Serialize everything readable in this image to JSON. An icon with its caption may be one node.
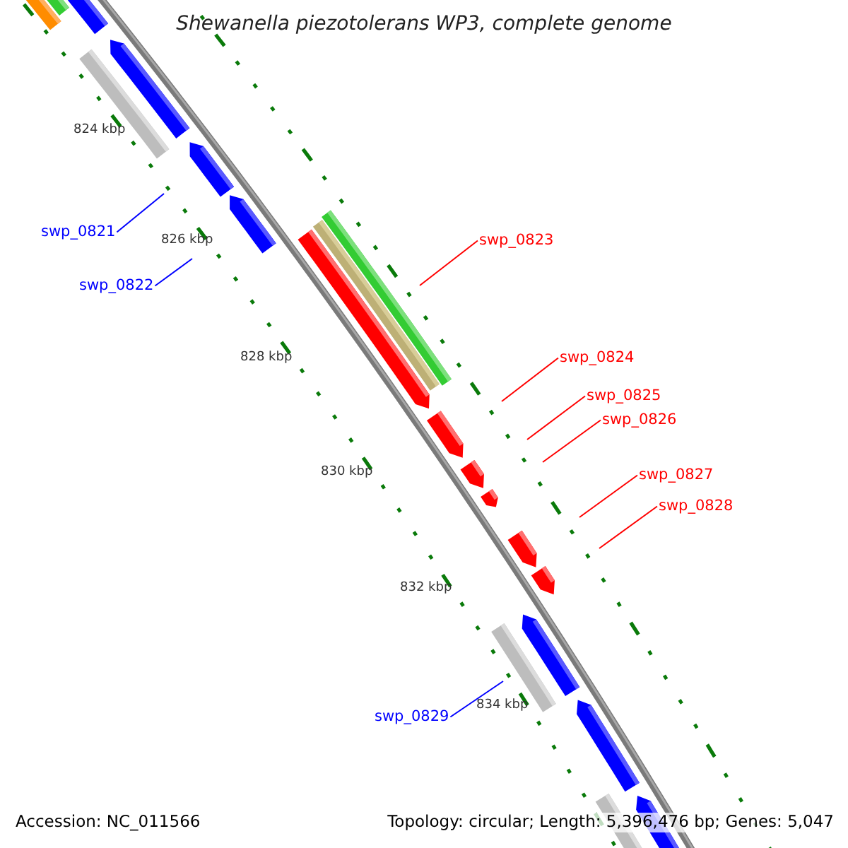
{
  "diagram": {
    "title": "Shewanella piezotolerans WP3, complete genome",
    "nodes": [
      {
        "text": [
          "swp_0821"
        ]
      },
      {
        "text": [
          "swp_0822"
        ]
      },
      {
        "text": [
          "swp_0823"
        ]
      },
      {
        "text": [
          "swp_0824"
        ]
      },
      {
        "text": [
          "swp_0825"
        ]
      },
      {
        "text": [
          "swp_0826"
        ]
      },
      {
        "text": [
          "swp_0827"
        ]
      },
      {
        "text": [
          "swp_0828"
        ]
      },
      {
        "text": [
          "swp_0829"
        ]
      }
    ],
    "edges": [
      {
        "from": 0,
        "to": null,
        "arrow": "none",
        "color": "#0000ff"
      },
      {
        "from": 1,
        "to": null,
        "arrow": "none",
        "color": "#0000ff"
      },
      {
        "from": 2,
        "to": null,
        "arrow": "none"
      },
      {
        "from": 3,
        "to": null,
        "arrow": "none"
      },
      {
        "from": 4,
        "to": null,
        "arrow": "none"
      },
      {
        "from": 5,
        "to": null,
        "arrow": "none"
      },
      {
        "from": 6,
        "to": null,
        "arrow": "none"
      },
      {
        "from": 7,
        "to": null,
        "arrow": "none"
      },
      {
        "from": 8,
        "to": null,
        "arrow": "none",
        "color": "#0000ff"
      }
    ],
    "labels": [
      "824 kbp",
      "826 kbp",
      "828 kbp",
      "830 kbp",
      "832 kbp",
      "834 kbp",
      "Accession: NC_011566",
      "Topology: circular; Length: 5,396,476 bp; Genes: 5,047"
    ]
  }
}
